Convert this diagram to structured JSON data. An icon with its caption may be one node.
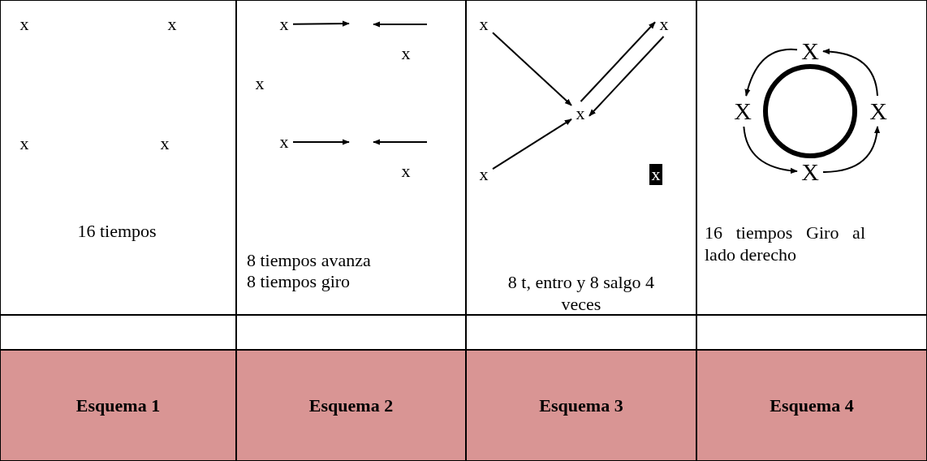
{
  "diagram": {
    "nodes": [
      {
        "text": [
          "16 tiempos"
        ]
      },
      {
        "text": [
          "x"
        ],
        "in": 0
      },
      {
        "text": [
          "x"
        ],
        "in": 0
      },
      {
        "text": [
          "x"
        ],
        "in": 0
      },
      {
        "text": [
          "x"
        ],
        "in": 0
      },
      {
        "text": [
          "8 tiempos avanza",
          "8 tiempos giro"
        ]
      },
      {
        "text": [
          "x"
        ],
        "in": 5
      },
      {
        "text": [
          "x"
        ],
        "in": 5
      },
      {
        "text": [
          "x"
        ],
        "in": 5
      },
      {
        "text": [
          "x"
        ],
        "in": 5
      },
      {
        "text": [
          "x"
        ],
        "in": 5
      },
      {
        "text": [
          "8 t, entro y 8 salgo 4 veces"
        ]
      },
      {
        "text": [
          "x"
        ],
        "in": 11
      },
      {
        "text": [
          "x"
        ],
        "in": 11
      },
      {
        "text": [
          "x"
        ],
        "in": 11
      },
      {
        "text": [
          "x"
        ],
        "in": 11
      },
      {
        "text": [
          "x"
        ],
        "in": 11
      },
      {
        "text": [
          "16 tiempos Giro al lado derecho"
        ]
      },
      {
        "text": [
          "X"
        ],
        "in": 17
      },
      {
        "text": [
          "X"
        ],
        "in": 17
      },
      {
        "text": [
          "X"
        ],
        "in": 17
      },
      {
        "text": [
          "X"
        ],
        "in": 17
      },
      {
        "text": [],
        "shape": "box"
      },
      {
        "text": [],
        "shape": "box"
      },
      {
        "text": [],
        "shape": "box"
      },
      {
        "text": [],
        "shape": "box"
      },
      {
        "text": [
          "Esquema 1"
        ]
      },
      {
        "text": [
          "Esquema 2"
        ]
      },
      {
        "text": [
          "Esquema 3"
        ]
      },
      {
        "text": [
          "Esquema 4"
        ]
      }
    ],
    "edges": [
      {
        "from": 6,
        "to": null,
        "arrow": "to"
      },
      {
        "from": 9,
        "to": null,
        "arrow": "to"
      },
      {
        "from": 12,
        "to": 14,
        "arrow": "to"
      },
      {
        "from": 15,
        "to": 14,
        "arrow": "to"
      },
      {
        "from": 14,
        "to": 13,
        "arrow": "to"
      },
      {
        "from": 13,
        "to": 14,
        "arrow": "to"
      },
      {
        "from": 18,
        "to": 19,
        "arrow": "to"
      },
      {
        "from": 19,
        "to": 21,
        "arrow": "to"
      },
      {
        "from": 21,
        "to": 20,
        "arrow": "to"
      },
      {
        "from": 20,
        "to": 18,
        "arrow": "to"
      }
    ]
  }
}
